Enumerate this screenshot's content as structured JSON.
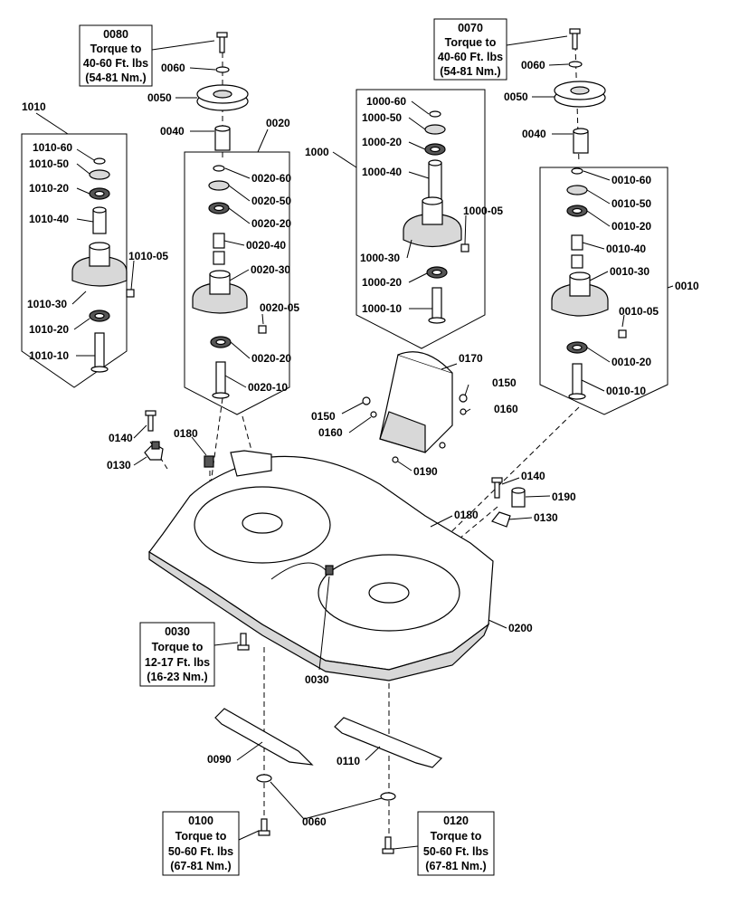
{
  "callouts": {
    "p0080": [
      "0080",
      "Torque to",
      "40-60 Ft. lbs",
      "(54-81 Nm.)"
    ],
    "p0070": [
      "0070",
      "Torque to",
      "40-60 Ft. lbs",
      "(54-81 Nm.)"
    ],
    "p0030": [
      "0030",
      "Torque to",
      "12-17 Ft. lbs",
      "(16-23 Nm.)"
    ],
    "p0100": [
      "0100",
      "Torque to",
      "50-60 Ft. lbs",
      "(67-81 Nm.)"
    ],
    "p0120": [
      "0120",
      "Torque to",
      "50-60 Ft. lbs",
      "(67-81 Nm.)"
    ]
  },
  "labels": {
    "l0060a": "0060",
    "l0050a": "0050",
    "l0040a": "0040",
    "l0060b": "0060",
    "l0050b": "0050",
    "l0040b": "0040",
    "l1010": "1010",
    "l1010_60": "1010-60",
    "l1010_50": "1010-50",
    "l1010_20a": "1010-20",
    "l1010_40": "1010-40",
    "l1010_05": "1010-05",
    "l1010_30": "1010-30",
    "l1010_20b": "1010-20",
    "l1010_10": "1010-10",
    "l0020": "0020",
    "l0020_60": "0020-60",
    "l0020_50": "0020-50",
    "l0020_20a": "0020-20",
    "l0020_40": "0020-40",
    "l0020_30": "0020-30",
    "l0020_05": "0020-05",
    "l0020_20b": "0020-20",
    "l0020_10": "0020-10",
    "l1000": "1000",
    "l1000_60": "1000-60",
    "l1000_50": "1000-50",
    "l1000_20a": "1000-20",
    "l1000_40": "1000-40",
    "l1000_05": "1000-05",
    "l1000_30": "1000-30",
    "l1000_20b": "1000-20",
    "l1000_10": "1000-10",
    "l0010": "0010",
    "l0010_60": "0010-60",
    "l0010_50": "0010-50",
    "l0010_20a": "0010-20",
    "l0010_40": "0010-40",
    "l0010_30": "0010-30",
    "l0010_05": "0010-05",
    "l0010_20b": "0010-20",
    "l0010_10": "0010-10",
    "l0170": "0170",
    "l0150a": "0150",
    "l0150b": "0150",
    "l0160a": "0160",
    "l0160b": "0160",
    "l0190a": "0190",
    "l0140a": "0140",
    "l0130a": "0130",
    "l0180a": "0180",
    "l0140b": "0140",
    "l0190b": "0190",
    "l0130b": "0130",
    "l0180b": "0180",
    "l0200": "0200",
    "l0030": "0030",
    "l0090": "0090",
    "l0110": "0110",
    "l0060c": "0060"
  }
}
